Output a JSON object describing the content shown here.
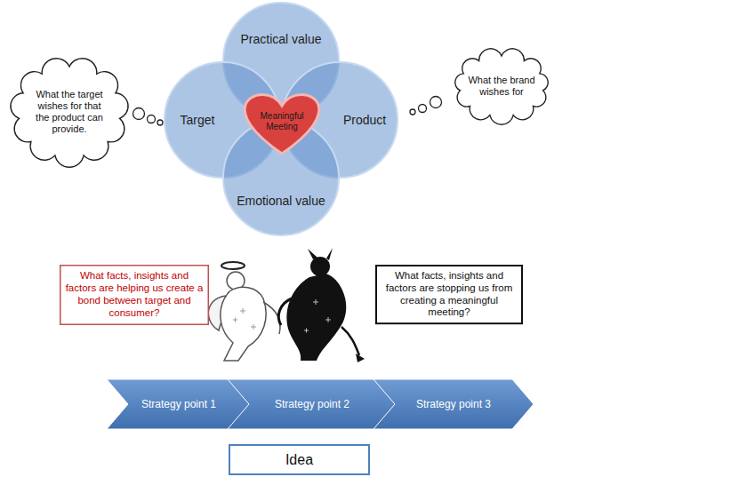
{
  "diagram": {
    "nodes": [
      {
        "text": [
          "Practical value"
        ]
      },
      {
        "text": [
          "Target"
        ]
      },
      {
        "text": [
          "Product"
        ]
      },
      {
        "text": [
          "Emotional value"
        ]
      },
      {
        "text": [
          "Meaningful Meeting"
        ]
      },
      {
        "text": [
          "What the target wishes for that the product can provide."
        ]
      },
      {
        "text": [
          "What the brand wishes for"
        ]
      },
      {
        "text": [
          "What facts, insights and factors are helping us create a bond between target and consumer?"
        ]
      },
      {
        "text": [
          "What facts, insights and factors are stopping us from creating a meaningful meeting?"
        ]
      },
      {
        "text": [
          "Strategy point 1"
        ]
      },
      {
        "text": [
          "Strategy point 2"
        ]
      },
      {
        "text": [
          "Strategy point 3"
        ]
      },
      {
        "text": [
          "Idea"
        ]
      }
    ]
  }
}
